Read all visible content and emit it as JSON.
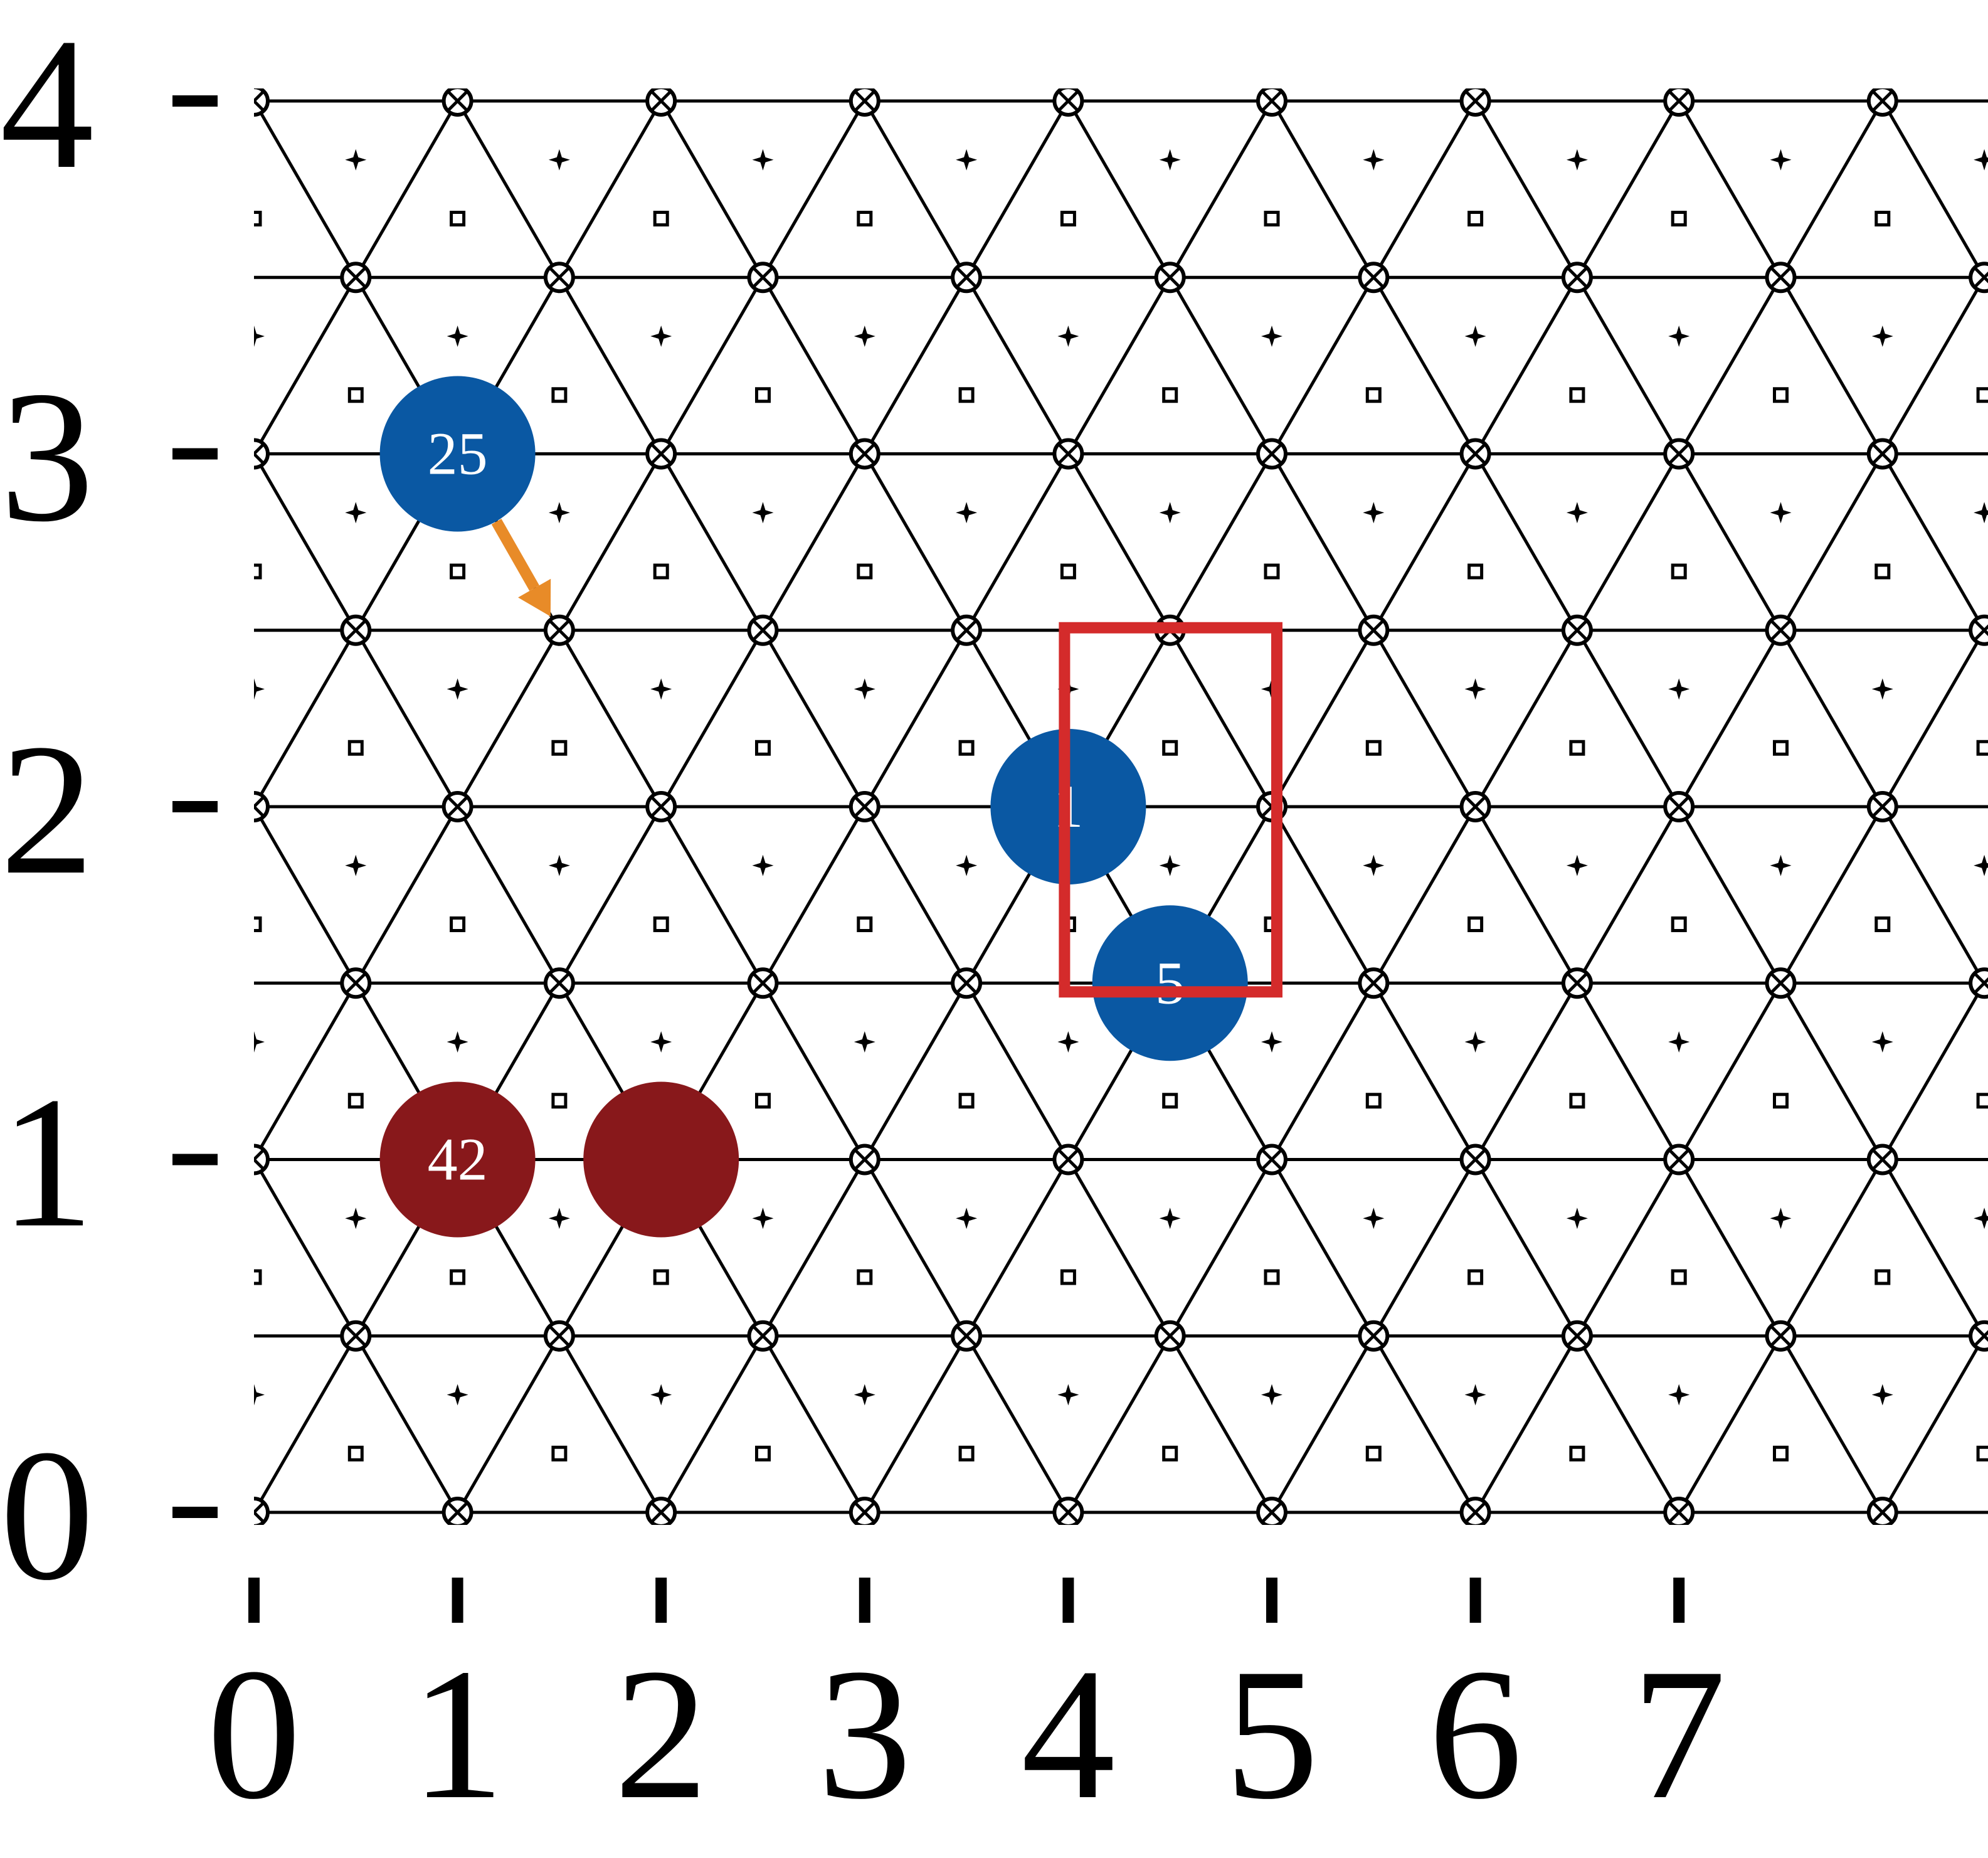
{
  "axes": {
    "x_ticks": [
      "0",
      "1",
      "2",
      "3",
      "4",
      "5",
      "6",
      "7"
    ],
    "y_ticks": [
      "0",
      "1",
      "2",
      "3",
      "4"
    ]
  },
  "lattice": {
    "type": "triangular",
    "x_range": [
      0,
      8.5
    ],
    "y_range": [
      0,
      4
    ],
    "rows_per_unit": 2,
    "vertex_marker": "circle-cross",
    "up_triangle_marker": "square",
    "down_triangle_marker": "four-point-star"
  },
  "colors": {
    "line": "#000000",
    "blue": "#0a58a3",
    "red": "#88181b",
    "arrow": "#e88b28",
    "box": "#d42b2b"
  },
  "particles": [
    {
      "id": "p25",
      "label": "25",
      "x": 1,
      "y": 3,
      "color": "#0a58a3"
    },
    {
      "id": "p1",
      "label": "1",
      "x": 4,
      "y": 2,
      "color": "#0a58a3"
    },
    {
      "id": "p5",
      "label": "5",
      "x": 4.5,
      "y": 1.5,
      "color": "#0a58a3"
    },
    {
      "id": "p42",
      "label": "42",
      "x": 1,
      "y": 1,
      "color": "#88181b"
    },
    {
      "id": "pred2",
      "label": "",
      "x": 2,
      "y": 1,
      "color": "#88181b"
    }
  ],
  "arrow": {
    "from": [
      1,
      3
    ],
    "to": [
      1.5,
      2.5
    ],
    "color": "#e88b28"
  },
  "highlight_box": {
    "x": [
      4,
      5
    ],
    "y": [
      1.5,
      2.5
    ],
    "color": "#d42b2b"
  }
}
